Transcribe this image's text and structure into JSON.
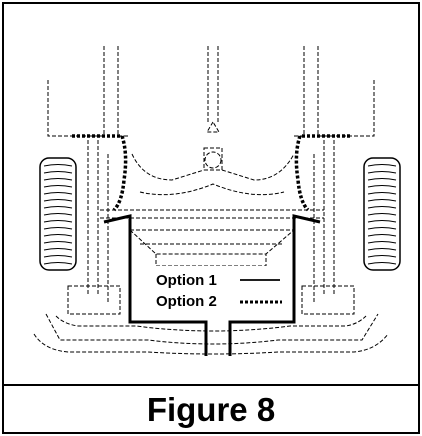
{
  "figure": {
    "caption": "Figure 8"
  },
  "legend": {
    "items": [
      {
        "label": "Option 1",
        "line_style": "solid"
      },
      {
        "label": "Option 2",
        "line_style": "dotted"
      }
    ]
  },
  "colors": {
    "line": "#000000",
    "background": "#ffffff"
  }
}
